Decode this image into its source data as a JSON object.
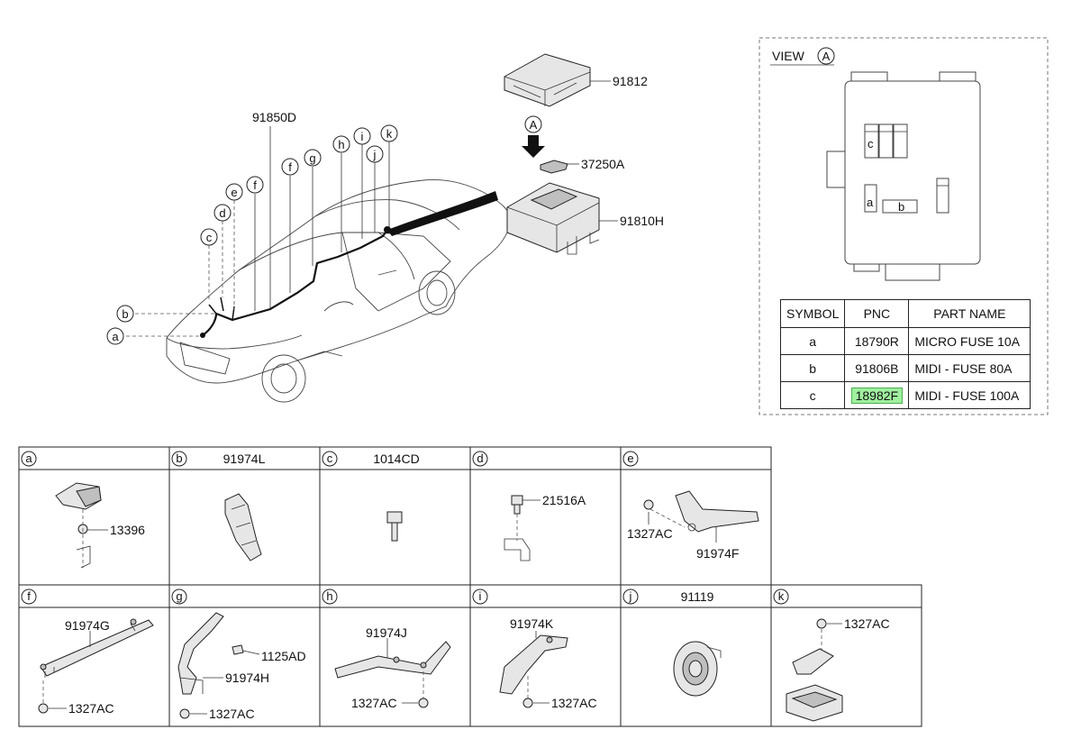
{
  "main_callouts": {
    "harness": "91850D",
    "cover": "91812",
    "bracket": "37250A",
    "junction_box": "91810H",
    "view_arrow_letter": "A"
  },
  "harness_points": [
    "a",
    "b",
    "c",
    "d",
    "e",
    "f",
    "g",
    "h",
    "i",
    "j",
    "k"
  ],
  "view": {
    "title": "VIEW",
    "letter": "A",
    "fuse_labels": [
      "c",
      "a",
      "b"
    ]
  },
  "parts_table": {
    "headers": [
      "SYMBOL",
      "PNC",
      "PART NAME"
    ],
    "rows": [
      {
        "symbol": "a",
        "pnc": "18790R",
        "name": "MICRO FUSE 10A"
      },
      {
        "symbol": "b",
        "pnc": "91806B",
        "name": "MIDI - FUSE 80A"
      },
      {
        "symbol": "c",
        "pnc": "18982F",
        "name": "MIDI - FUSE 100A"
      }
    ],
    "highlight_color": "#9ff09f"
  },
  "detail_grid": {
    "row1": [
      {
        "letter": "a",
        "header": "",
        "parts": [
          "13396"
        ]
      },
      {
        "letter": "b",
        "header": "91974L",
        "parts": []
      },
      {
        "letter": "c",
        "header": "1014CD",
        "parts": []
      },
      {
        "letter": "d",
        "header": "",
        "parts": [
          "21516A"
        ]
      },
      {
        "letter": "e",
        "header": "",
        "parts": [
          "1327AC",
          "91974F"
        ]
      }
    ],
    "row2": [
      {
        "letter": "f",
        "header": "",
        "parts": [
          "91974G",
          "1327AC"
        ]
      },
      {
        "letter": "g",
        "header": "",
        "parts": [
          "1125AD",
          "91974H",
          "1327AC"
        ]
      },
      {
        "letter": "h",
        "header": "",
        "parts": [
          "91974J",
          "1327AC"
        ]
      },
      {
        "letter": "i",
        "header": "",
        "parts": [
          "91974K",
          "1327AC"
        ]
      },
      {
        "letter": "j",
        "header": "91119",
        "parts": []
      },
      {
        "letter": "k",
        "header": "",
        "parts": [
          "1327AC"
        ]
      }
    ]
  }
}
